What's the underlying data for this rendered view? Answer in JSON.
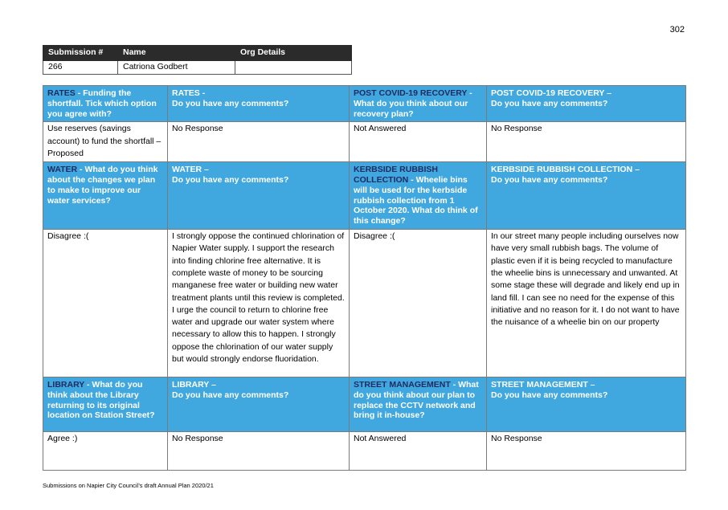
{
  "page_number": "302",
  "submitter": {
    "headers": [
      "Submission #",
      "Name",
      "Org Details"
    ],
    "values": [
      "266",
      "Catriona Godbert",
      ""
    ]
  },
  "sections": [
    {
      "q1_topic": "RATES",
      "q1_question": " - Funding the shortfall. Tick which option you agree with?",
      "q2_topic": "RATES -",
      "q2_question": "Do you have any comments?",
      "q3_topic": "POST COVID-19 RECOVERY",
      "q3_question": " - What do you think about our recovery plan?",
      "q4_topic": "POST COVID-19 RECOVERY –",
      "q4_question": "Do you have any comments?",
      "a1": "Use reserves (savings account) to fund the shortfall – Proposed",
      "a2": "No Response",
      "a3": "Not Answered",
      "a4": "No Response"
    },
    {
      "q1_topic": "WATER",
      "q1_question": " - What do you think about the changes we plan to make to improve our water services?",
      "q2_topic": "WATER –",
      "q2_question": "Do you have any comments?",
      "q3_topic": "KERBSIDE RUBBISH COLLECTION",
      "q3_question": " - Wheelie bins will be used for the kerbside rubbish collection from 1 October 2020. What do think of this change?",
      "q4_topic": "KERBSIDE RUBBISH COLLECTION –",
      "q4_question": "Do you have any comments?",
      "a1": "Disagree :(",
      "a2": "I strongly oppose the continued chlorination of Napier Water supply. I support the research into finding chlorine free alternative. It is complete waste of money to be sourcing manganese free water or building new water treatment plants until this review is completed. I urge the council to return to chlorine free water and upgrade our water system where necessary to allow this to happen. I strongly oppose the chlorination of our water supply but would strongly endorse fluoridation.",
      "a3": "Disagree :(",
      "a4": "In our street many people including ourselves now have very small rubbish bags. The volume of plastic even if it is being recycled to manufacture the wheelie bins is unnecessary and unwanted. At some stage these will degrade and likely end up in land fill. I can see no need for the expense of this initiative and no reason for it. I do not want to have the nuisance of a wheelie bin on our property"
    },
    {
      "q1_topic": "LIBRARY",
      "q1_question": " - What do you think about the Library returning to its original location on Station Street?",
      "q2_topic": "LIBRARY –",
      "q2_question": "Do you have any comments?",
      "q3_topic": "STREET MANAGEMENT",
      "q3_question": " - What do you think about our plan to replace the CCTV network and bring it in-house?",
      "q4_topic": "STREET MANAGEMENT –",
      "q4_question": "Do you have any comments?",
      "a1": "Agree :)",
      "a2": "No Response",
      "a3": "Not Answered",
      "a4": "No Response"
    }
  ],
  "footer": "Submissions on Napier City Council’s draft Annual Plan 2020/21"
}
